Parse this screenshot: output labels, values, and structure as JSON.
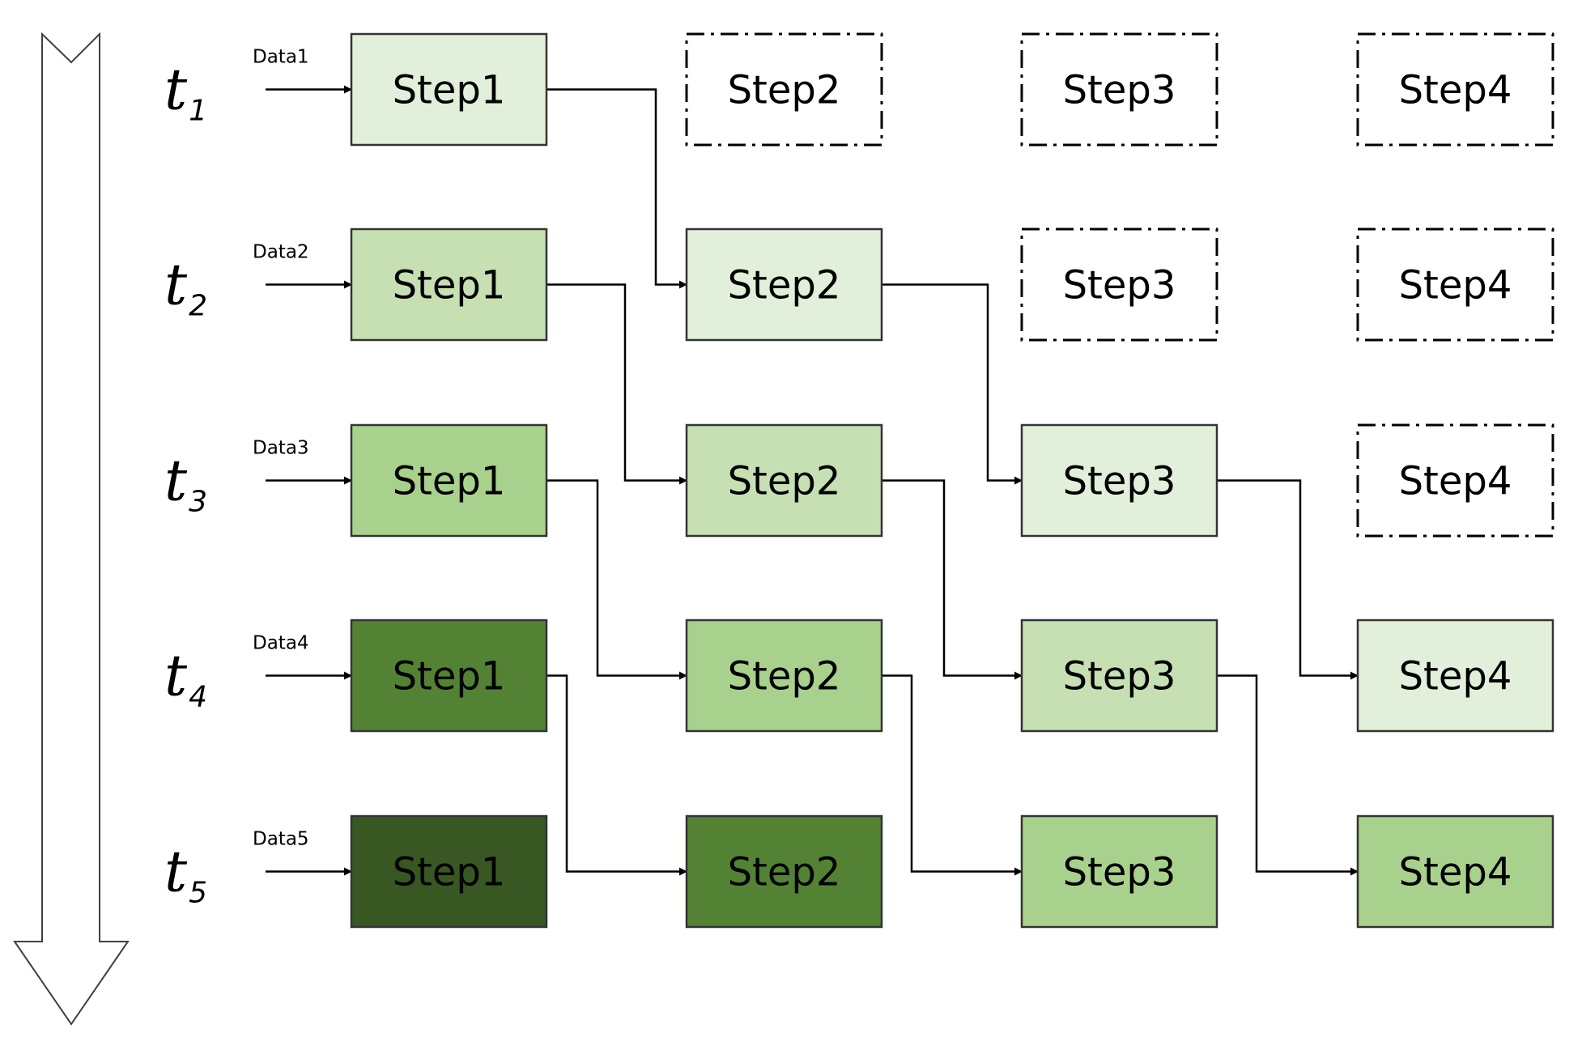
{
  "time_axis": {
    "arrow_icon": "down-arrow-icon"
  },
  "rows": [
    {
      "time": "t",
      "sub": "1",
      "data_label": "Data1",
      "steps": [
        {
          "label": "Step1",
          "state": "active",
          "fill": "#e2efda"
        },
        {
          "label": "Step2",
          "state": "pending",
          "fill": "#ffffff"
        },
        {
          "label": "Step3",
          "state": "pending",
          "fill": "#ffffff"
        },
        {
          "label": "Step4",
          "state": "pending",
          "fill": "#ffffff"
        }
      ]
    },
    {
      "time": "t",
      "sub": "2",
      "data_label": "Data2",
      "steps": [
        {
          "label": "Step1",
          "state": "active",
          "fill": "#c6e0b4"
        },
        {
          "label": "Step2",
          "state": "active",
          "fill": "#e2efda"
        },
        {
          "label": "Step3",
          "state": "pending",
          "fill": "#ffffff"
        },
        {
          "label": "Step4",
          "state": "pending",
          "fill": "#ffffff"
        }
      ]
    },
    {
      "time": "t",
      "sub": "3",
      "data_label": "Data3",
      "steps": [
        {
          "label": "Step1",
          "state": "active",
          "fill": "#a9d18e"
        },
        {
          "label": "Step2",
          "state": "active",
          "fill": "#c6e0b4"
        },
        {
          "label": "Step3",
          "state": "active",
          "fill": "#e2efda"
        },
        {
          "label": "Step4",
          "state": "pending",
          "fill": "#ffffff"
        }
      ]
    },
    {
      "time": "t",
      "sub": "4",
      "data_label": "Data4",
      "steps": [
        {
          "label": "Step1",
          "state": "active",
          "fill": "#548235"
        },
        {
          "label": "Step2",
          "state": "active",
          "fill": "#a9d18e"
        },
        {
          "label": "Step3",
          "state": "active",
          "fill": "#c6e0b4"
        },
        {
          "label": "Step4",
          "state": "active",
          "fill": "#e2efda"
        }
      ]
    },
    {
      "time": "t",
      "sub": "5",
      "data_label": "Data5",
      "steps": [
        {
          "label": "Step1",
          "state": "active",
          "fill": "#385723"
        },
        {
          "label": "Step2",
          "state": "active",
          "fill": "#548235"
        },
        {
          "label": "Step3",
          "state": "active",
          "fill": "#a9d18e"
        },
        {
          "label": "Step4",
          "state": "active",
          "fill": "#a9d18e"
        }
      ]
    }
  ],
  "connections": [
    {
      "from": [
        0,
        0
      ],
      "to": [
        1,
        1
      ]
    },
    {
      "from": [
        1,
        0
      ],
      "to": [
        2,
        1
      ]
    },
    {
      "from": [
        1,
        1
      ],
      "to": [
        2,
        2
      ]
    },
    {
      "from": [
        2,
        0
      ],
      "to": [
        3,
        1
      ]
    },
    {
      "from": [
        2,
        1
      ],
      "to": [
        3,
        2
      ]
    },
    {
      "from": [
        2,
        2
      ],
      "to": [
        3,
        3
      ]
    },
    {
      "from": [
        3,
        0
      ],
      "to": [
        4,
        1
      ]
    },
    {
      "from": [
        3,
        1
      ],
      "to": [
        4,
        2
      ]
    },
    {
      "from": [
        3,
        2
      ],
      "to": [
        4,
        3
      ]
    }
  ]
}
